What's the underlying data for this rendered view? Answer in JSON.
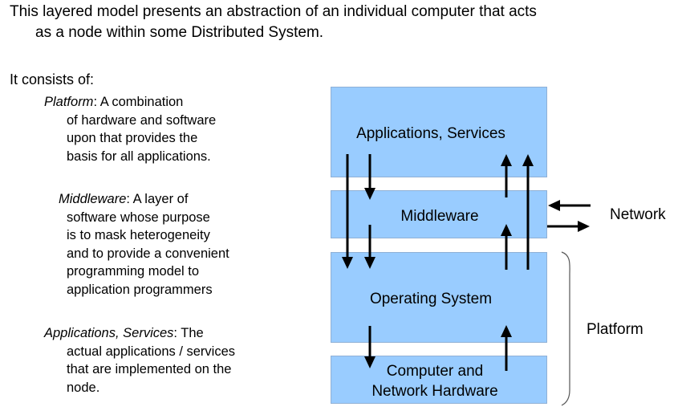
{
  "intro": {
    "line1": "This layered model presents an abstraction of an individual computer that acts",
    "line2": "as a node within some Distributed System."
  },
  "consists_of": "It consists of:",
  "definitions": [
    {
      "term": "Platform",
      "first": ": A combination",
      "rest": [
        "of hardware and software",
        "upon that provides the",
        "basis for all applications."
      ]
    },
    {
      "term": "Middleware",
      "first": ": A layer of",
      "rest": [
        "software whose purpose",
        "is to mask heterogeneity",
        "and to provide a convenient",
        "programming model to",
        "application programmers"
      ]
    },
    {
      "term": "Applications, Services",
      "first": ": The",
      "rest": [
        "actual applications / services",
        "that are implemented on the",
        "node."
      ]
    }
  ],
  "diagram": {
    "layers": [
      {
        "label": "Applications, Services"
      },
      {
        "label": "Middleware"
      },
      {
        "label": "Operating System"
      },
      {
        "label_line1": "Computer and",
        "label_line2": "Network Hardware"
      }
    ],
    "network_label": "Network",
    "platform_label": "Platform",
    "colors": {
      "layer_fill": "#99ccff",
      "layer_border": "#8fb0d6",
      "arrow": "#000000"
    }
  }
}
